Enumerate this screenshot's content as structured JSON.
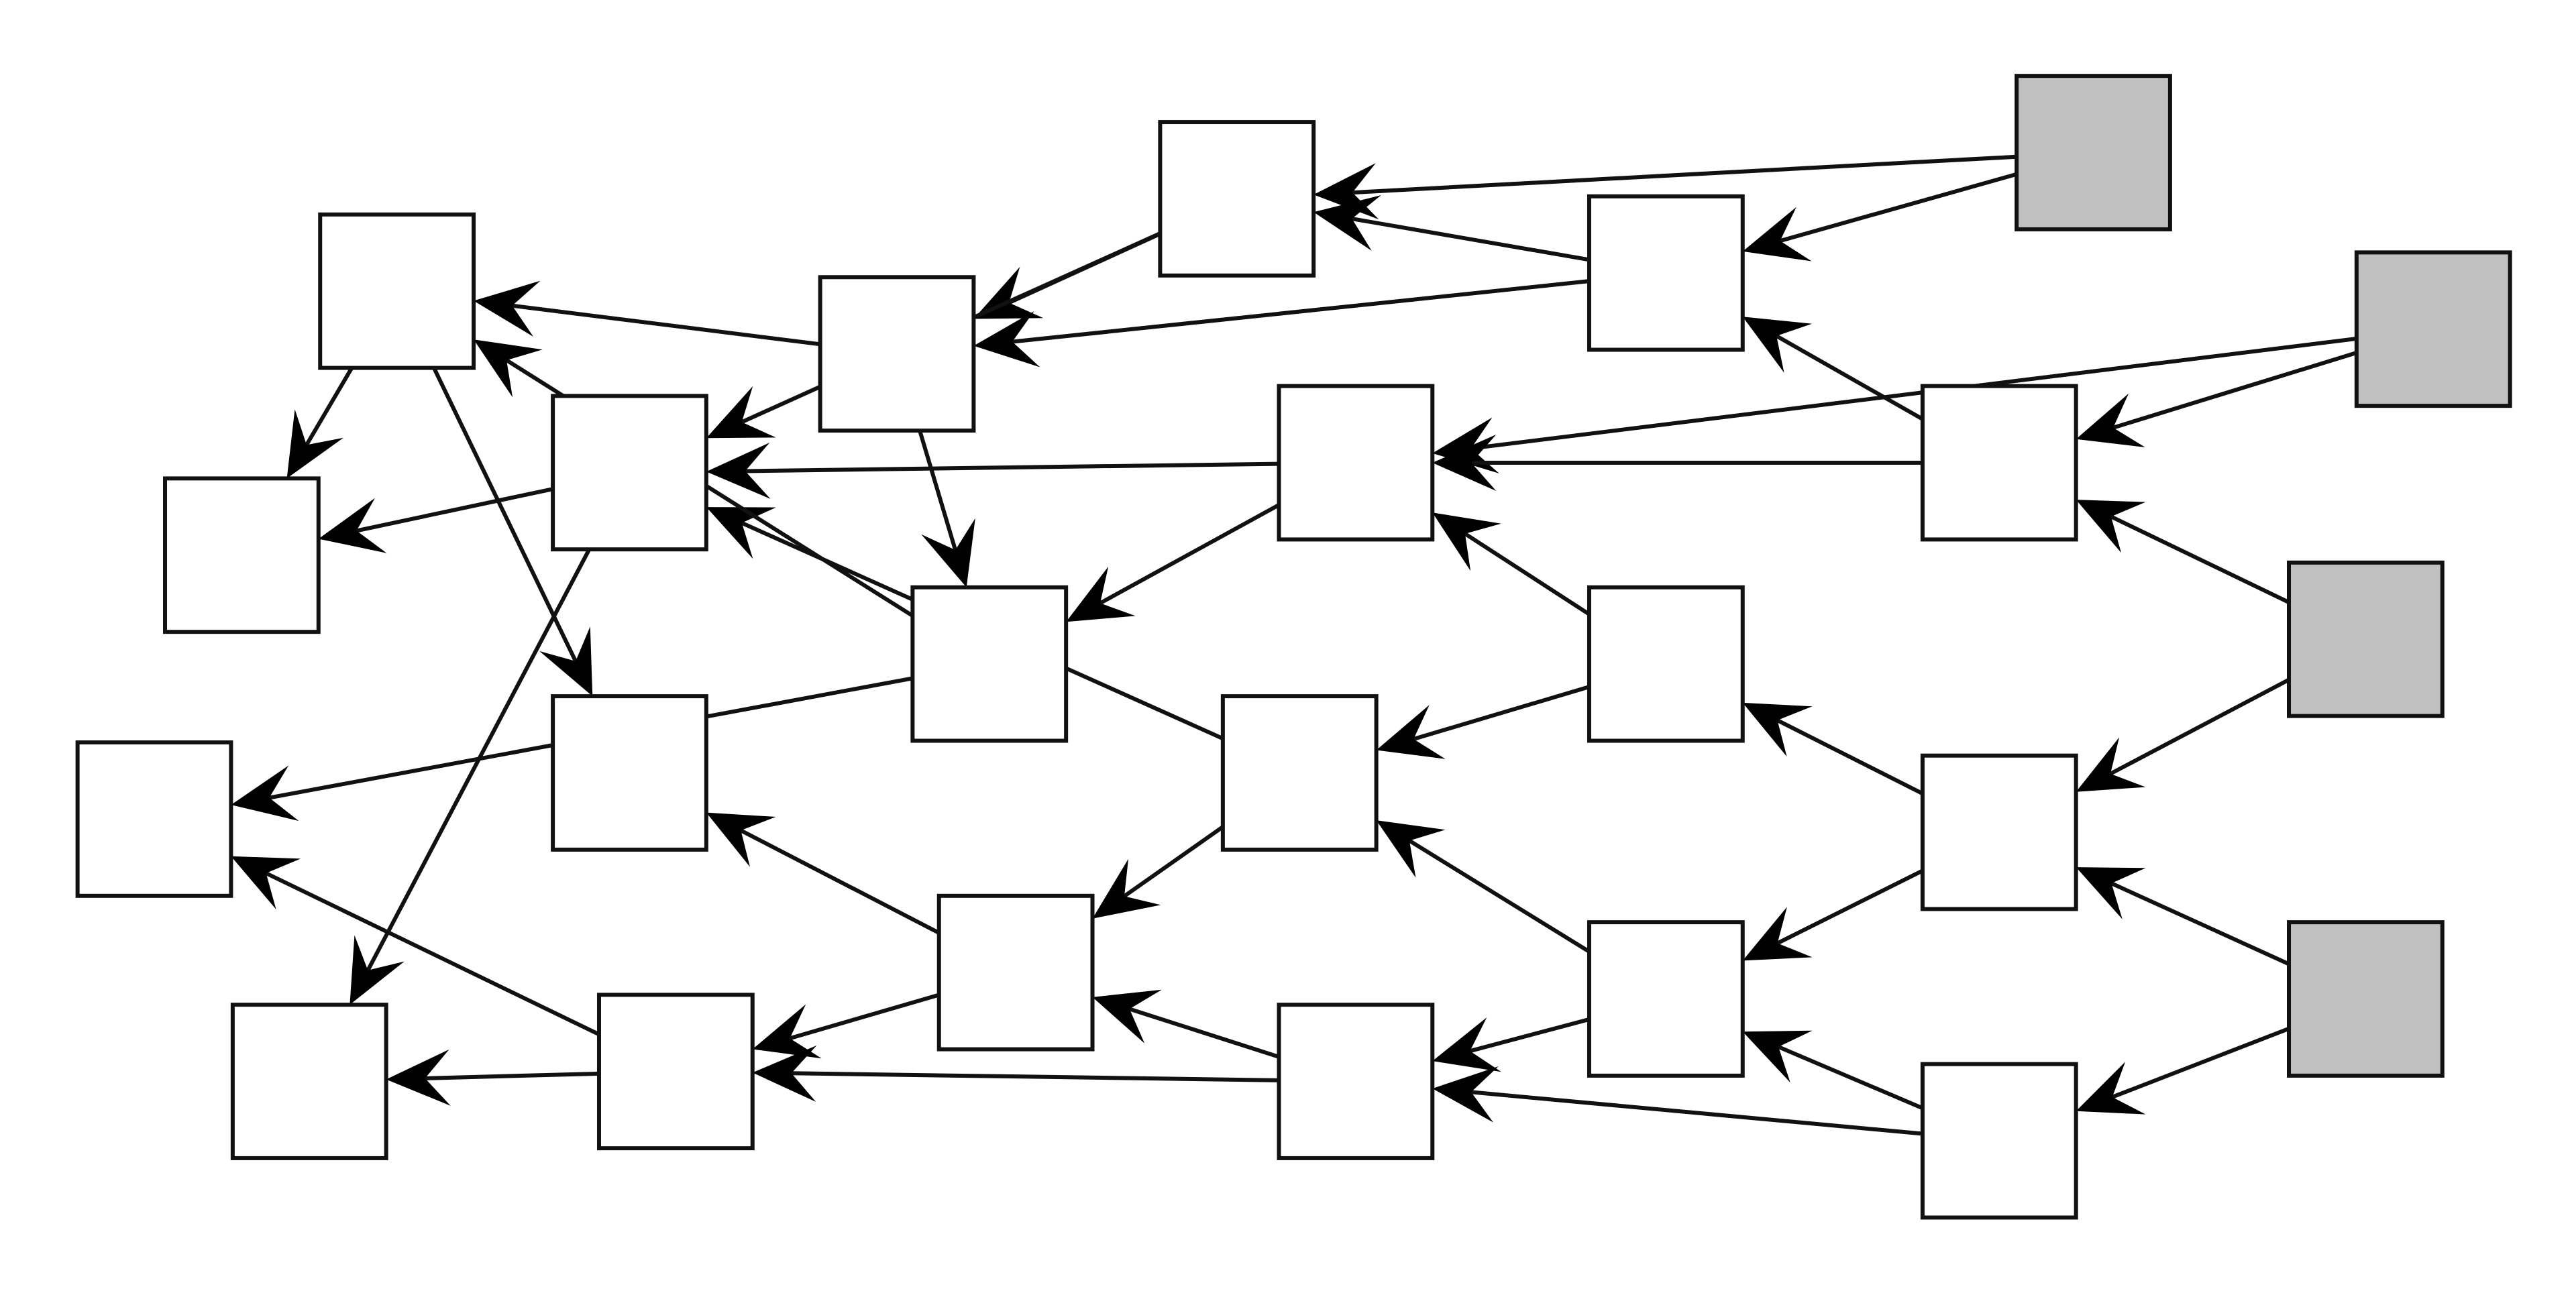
{
  "diagram": {
    "type": "directed-graph",
    "colors": {
      "source_fill": "#c0c0c0",
      "node_fill": "#ffffff",
      "stroke": "#111111",
      "arrow": "#000000"
    },
    "nodes": [
      {
        "id": "n1",
        "kind": "source"
      },
      {
        "id": "n2",
        "kind": "source"
      },
      {
        "id": "n3",
        "kind": "source"
      },
      {
        "id": "n4",
        "kind": "source"
      },
      {
        "id": "n5",
        "kind": "node"
      },
      {
        "id": "n6",
        "kind": "node"
      },
      {
        "id": "n7",
        "kind": "node"
      },
      {
        "id": "n8",
        "kind": "node"
      },
      {
        "id": "n9",
        "kind": "node"
      },
      {
        "id": "n10",
        "kind": "node"
      },
      {
        "id": "n11",
        "kind": "node"
      },
      {
        "id": "n12",
        "kind": "node"
      },
      {
        "id": "n13",
        "kind": "node"
      },
      {
        "id": "n14",
        "kind": "node"
      },
      {
        "id": "n15",
        "kind": "node"
      },
      {
        "id": "n16",
        "kind": "node"
      },
      {
        "id": "n17",
        "kind": "node"
      },
      {
        "id": "n18",
        "kind": "node"
      },
      {
        "id": "n19",
        "kind": "node"
      },
      {
        "id": "n20",
        "kind": "node"
      },
      {
        "id": "n21",
        "kind": "node"
      },
      {
        "id": "n22",
        "kind": "node"
      },
      {
        "id": "n23",
        "kind": "node"
      },
      {
        "id": "n24",
        "kind": "node"
      },
      {
        "id": "n25",
        "kind": "node"
      }
    ],
    "edges": [
      {
        "from": "n1",
        "to": "n5"
      },
      {
        "from": "n1",
        "to": "n6"
      },
      {
        "from": "n2",
        "to": "n7"
      },
      {
        "from": "n2",
        "to": "n8"
      },
      {
        "from": "n3",
        "to": "n7"
      },
      {
        "from": "n3",
        "to": "n11"
      },
      {
        "from": "n4",
        "to": "n11"
      },
      {
        "from": "n4",
        "to": "n14"
      },
      {
        "from": "n5",
        "to": "n6"
      },
      {
        "from": "n5",
        "to": "n9"
      },
      {
        "from": "n6",
        "to": "n9"
      },
      {
        "from": "n6",
        "to": "n15"
      },
      {
        "from": "n7",
        "to": "n5"
      },
      {
        "from": "n7",
        "to": "n8"
      },
      {
        "from": "n8",
        "to": "n16"
      },
      {
        "from": "n8",
        "to": "n15"
      },
      {
        "from": "n9",
        "to": "n17"
      },
      {
        "from": "n9",
        "to": "n16"
      },
      {
        "from": "n10",
        "to": "n8"
      },
      {
        "from": "n10",
        "to": "n12"
      },
      {
        "from": "n11",
        "to": "n10"
      },
      {
        "from": "n11",
        "to": "n13"
      },
      {
        "from": "n12",
        "to": "n15"
      },
      {
        "from": "n12",
        "to": "n19"
      },
      {
        "from": "n13",
        "to": "n12"
      },
      {
        "from": "n13",
        "to": "n18"
      },
      {
        "from": "n14",
        "to": "n13"
      },
      {
        "from": "n14",
        "to": "n18"
      },
      {
        "from": "n15",
        "to": "n20"
      },
      {
        "from": "n15",
        "to": "n21"
      },
      {
        "from": "n16",
        "to": "n17"
      },
      {
        "from": "n16",
        "to": "n22"
      },
      {
        "from": "n17",
        "to": "n23"
      },
      {
        "from": "n17",
        "to": "n24"
      },
      {
        "from": "n18",
        "to": "n19"
      },
      {
        "from": "n18",
        "to": "n25"
      },
      {
        "from": "n19",
        "to": "n23"
      },
      {
        "from": "n19",
        "to": "n25"
      },
      {
        "from": "n25",
        "to": "n22"
      },
      {
        "from": "n25",
        "to": "n21"
      }
    ]
  }
}
